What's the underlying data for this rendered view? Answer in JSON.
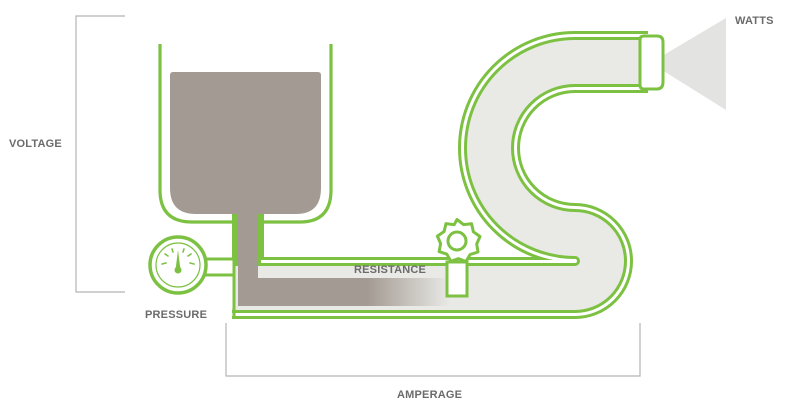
{
  "labels": {
    "voltage": "VOLTAGE",
    "pressure": "PRESSURE",
    "resistance": "RESISTANCE",
    "amperage": "AMPERAGE",
    "watts": "WATTS"
  },
  "colors": {
    "background": "#ffffff",
    "accent_green": "#7cc142",
    "water": "#a39b93",
    "pipe_fill": "#e9e9e6",
    "bracket_gray": "#b5b5b5",
    "label_gray": "#6b6b6b",
    "cone_gray": "#e3e3e1",
    "icon_fill": "#ffffff"
  },
  "icons": {
    "gauge": "pressure-gauge-icon",
    "valve": "valve-gear-icon",
    "nozzle": "nozzle-icon",
    "spray": "spray-cone-icon"
  }
}
